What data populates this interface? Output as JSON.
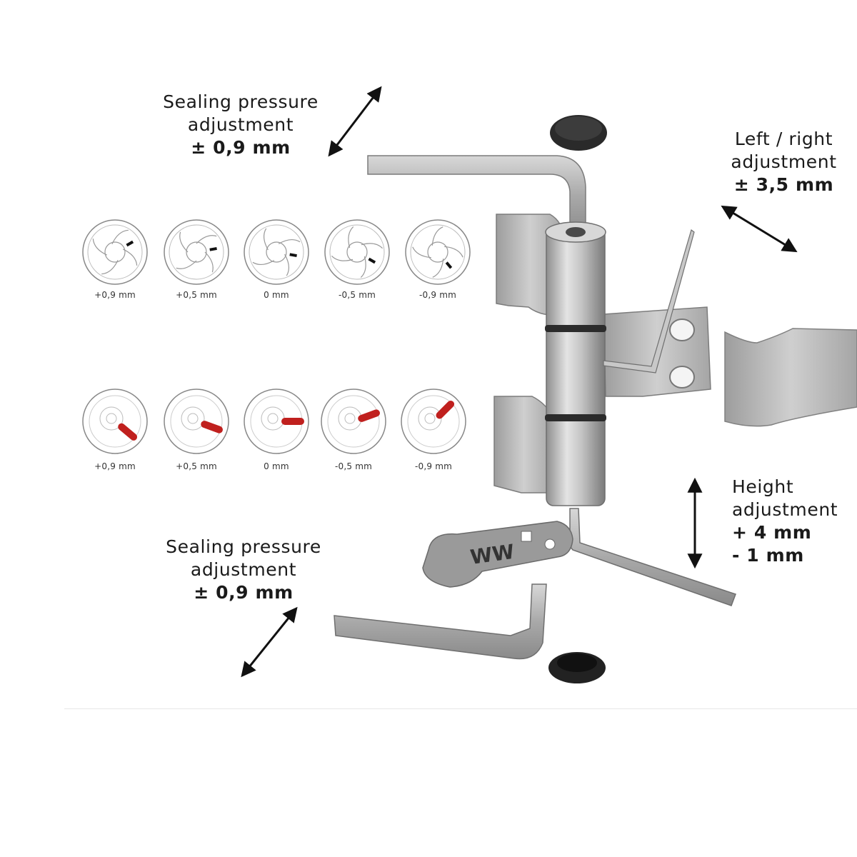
{
  "labels": {
    "seal_top": {
      "line1": "Sealing pressure",
      "line2": "adjustment",
      "value": "± 0,9 mm"
    },
    "left_right": {
      "line1": "Left / right",
      "line2": "adjustment",
      "value": "± 3,5 mm"
    },
    "height": {
      "line1": "Height",
      "line2": "adjustment",
      "value1": "+ 4 mm",
      "value2": "- 1 mm"
    },
    "seal_bottom": {
      "line1": "Sealing pressure",
      "line2": "adjustment",
      "value": "± 0,9 mm"
    }
  },
  "cam_row_top": {
    "captions": [
      "+0,9 mm",
      "+0,5 mm",
      "0 mm",
      "-0,5 mm",
      "-0,9 mm"
    ]
  },
  "cam_row_bottom": {
    "captions": [
      "+0,9 mm",
      "+0,5 mm",
      "0 mm",
      "-0,5 mm",
      "-0,9 mm"
    ]
  },
  "wrench_brand": "WW",
  "colors": {
    "metal": "#b9b9b9",
    "metal_dark": "#8a8a8a",
    "marker_red": "#c0201e",
    "cap_black": "#222222",
    "arrow": "#111111"
  }
}
